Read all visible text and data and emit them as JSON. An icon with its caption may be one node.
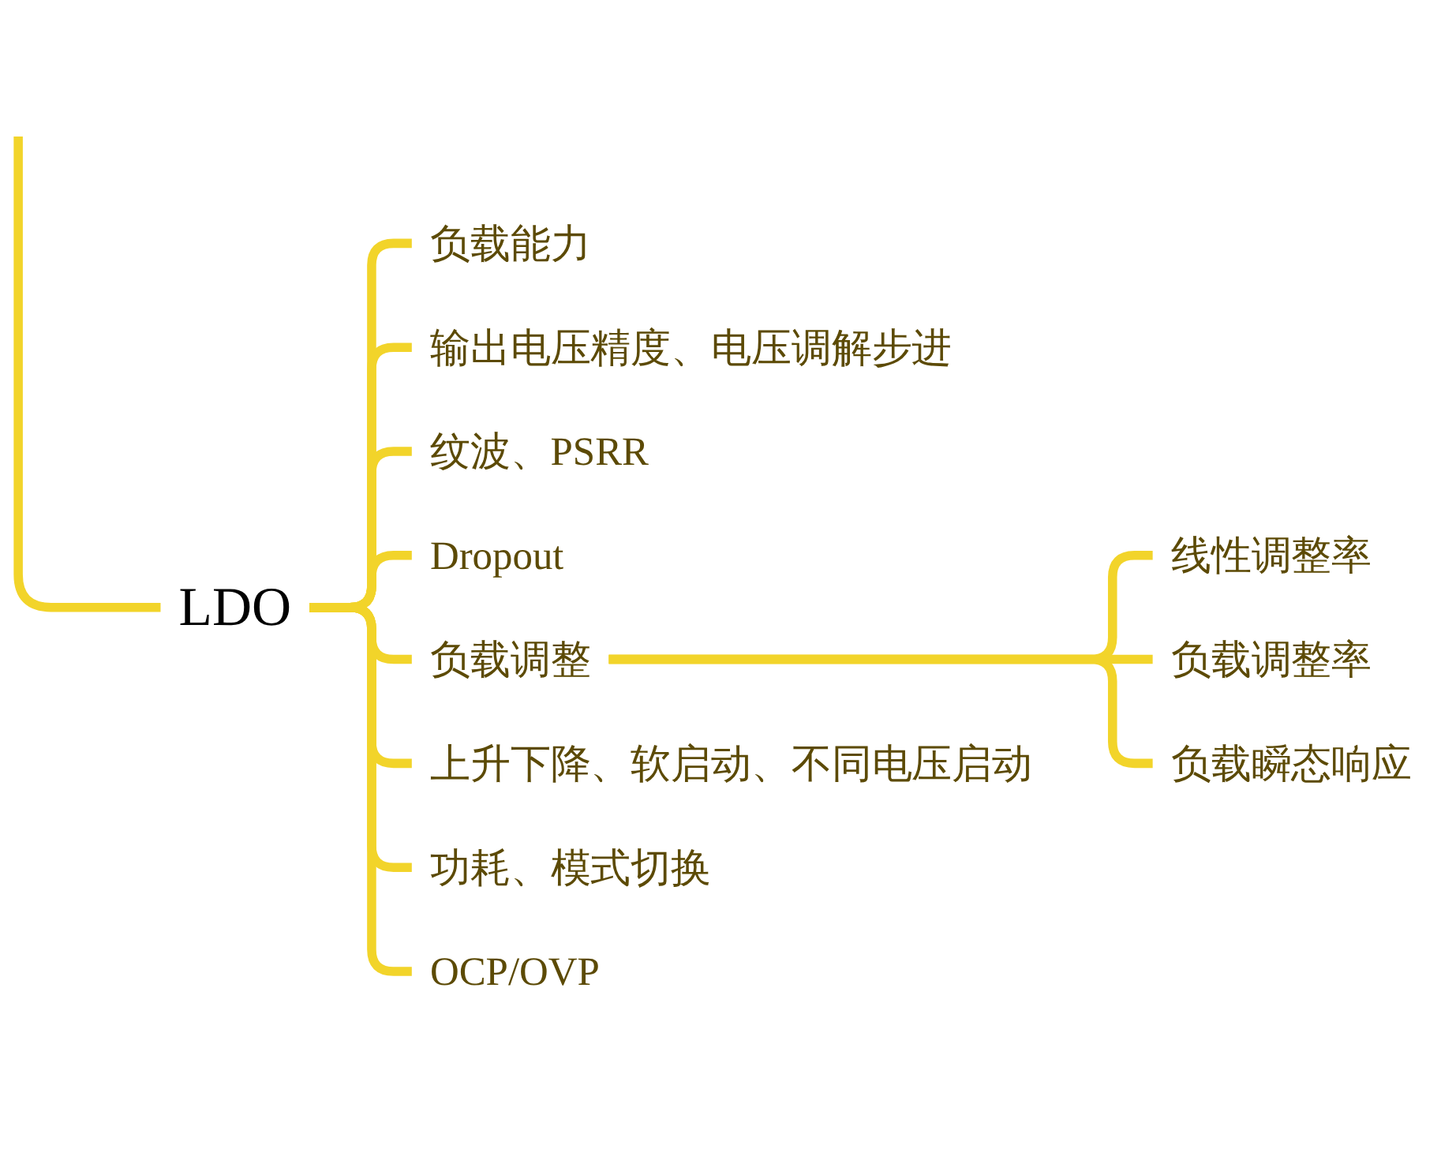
{
  "diagram": {
    "nodes": [
      {
        "text": [
          "LDO"
        ]
      },
      {
        "text": [
          "负载能力"
        ]
      },
      {
        "text": [
          "输出电压精度、电压调解步进"
        ]
      },
      {
        "text": [
          "纹波、PSRR"
        ]
      },
      {
        "text": [
          "Dropout"
        ]
      },
      {
        "text": [
          "负载调整"
        ]
      },
      {
        "text": [
          "线性调整率"
        ]
      },
      {
        "text": [
          "负载调整率"
        ]
      },
      {
        "text": [
          "负载瞬态响应"
        ]
      },
      {
        "text": [
          "上升下降、软启动、不同电压启动"
        ]
      },
      {
        "text": [
          "功耗、模式切换"
        ]
      },
      {
        "text": [
          "OCP/OVP"
        ]
      }
    ],
    "edges": [
      {
        "from": null,
        "to": 0,
        "arrow": "none"
      },
      {
        "from": 0,
        "to": 1,
        "arrow": "none"
      },
      {
        "from": 0,
        "to": 2,
        "arrow": "none"
      },
      {
        "from": 0,
        "to": 3,
        "arrow": "none"
      },
      {
        "from": 0,
        "to": 4,
        "arrow": "none"
      },
      {
        "from": 0,
        "to": 5,
        "arrow": "none"
      },
      {
        "from": 5,
        "to": 6,
        "arrow": "none"
      },
      {
        "from": 5,
        "to": 7,
        "arrow": "none"
      },
      {
        "from": 5,
        "to": 8,
        "arrow": "none"
      },
      {
        "from": 0,
        "to": 9,
        "arrow": "none"
      },
      {
        "from": 0,
        "to": 10,
        "arrow": "none"
      },
      {
        "from": 0,
        "to": 11,
        "arrow": "none"
      }
    ]
  }
}
